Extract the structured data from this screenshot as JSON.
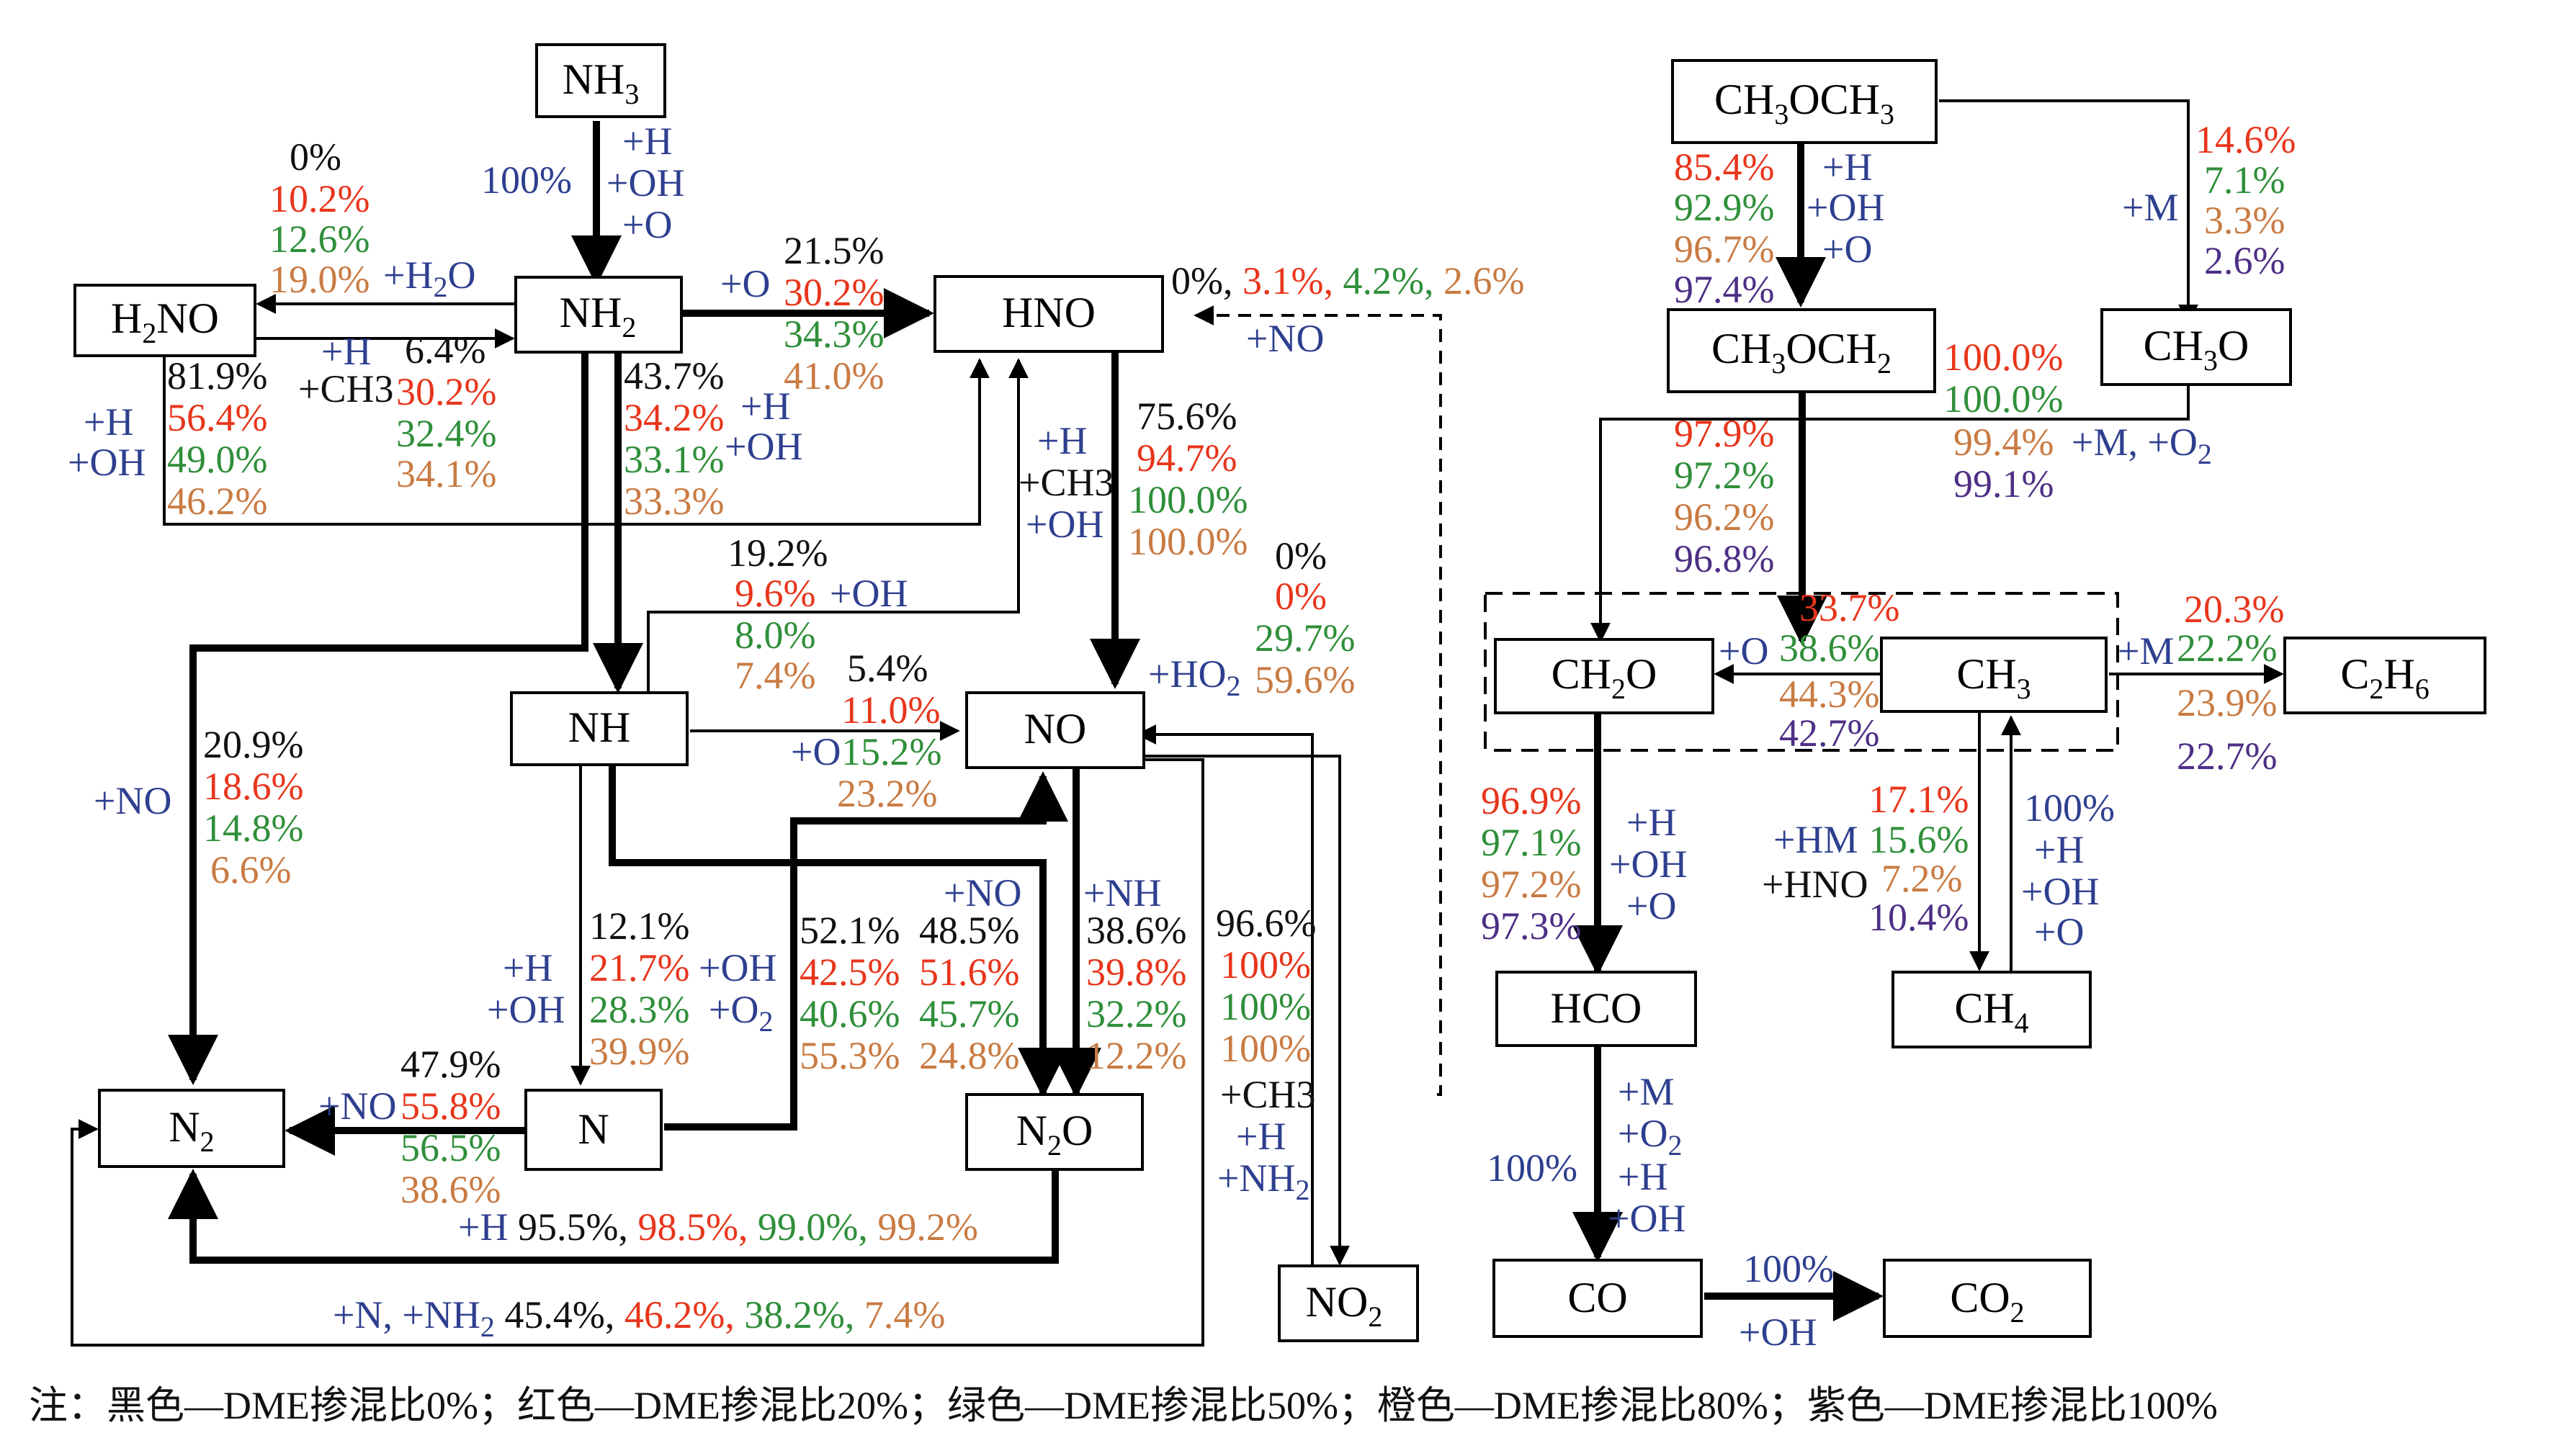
{
  "colors": {
    "black": "#111111",
    "red": "#e8351b",
    "green": "#2f8f3a",
    "orange": "#c97b43",
    "purple": "#4e2f86",
    "blue": "#2e3f8f"
  },
  "species": {
    "NH3": {
      "base": "NH",
      "sub": "3"
    },
    "NH2": {
      "base": "NH",
      "sub": "2"
    },
    "H2NO": {
      "pre": "H",
      "sub": "2",
      "post": "NO"
    },
    "HNO": {
      "base": "HNO"
    },
    "NH": {
      "base": "NH"
    },
    "NO": {
      "base": "NO"
    },
    "N": {
      "base": "N"
    },
    "N2": {
      "base": "N",
      "sub": "2"
    },
    "N2O": {
      "pre": "N",
      "sub": "2",
      "post": "O"
    },
    "NO2": {
      "base": "NO",
      "sub": "2"
    },
    "CH3OCH3": {
      "pre": "CH",
      "sub": "3",
      "post": "OCH",
      "sub2": "3"
    },
    "CH3OCH2": {
      "pre": "CH",
      "sub": "3",
      "post": "OCH",
      "sub2": "2"
    },
    "CH3O": {
      "pre": "CH",
      "sub": "3",
      "post": "O"
    },
    "CH2O": {
      "pre": "CH",
      "sub": "2",
      "post": "O"
    },
    "CH3": {
      "base": "CH",
      "sub": "3"
    },
    "C2H6": {
      "pre": "C",
      "sub": "2",
      "post": "H",
      "sub2": "6"
    },
    "HCO": {
      "base": "HCO"
    },
    "CH4": {
      "base": "CH",
      "sub": "4"
    },
    "CO": {
      "base": "CO"
    },
    "CO2": {
      "base": "CO",
      "sub": "2"
    }
  },
  "reactions": {
    "nh3_nh2": {
      "pct": "100%",
      "reactants": [
        "+H",
        "+OH",
        "+O"
      ]
    },
    "nh2_h2no": {
      "pct": [
        "0%",
        "10.2%",
        "12.6%",
        "19.0%"
      ],
      "reactant": "+H2O",
      "reactant_sub": "2",
      "reactant_pre": "+H",
      "reactant_post": "O"
    },
    "h2no_nh2": {
      "reactants": [
        "+H",
        "+CH3"
      ],
      "pct": [
        "6.4%",
        "30.2%",
        "32.4%",
        "34.1%"
      ]
    },
    "h2no_hno": {
      "reactants": [
        "+H",
        "+OH"
      ],
      "pct": [
        "81.9%",
        "56.4%",
        "49.0%",
        "46.2%"
      ]
    },
    "nh2_hno": {
      "reactant": "+O",
      "pct": [
        "21.5%",
        "30.2%",
        "34.3%",
        "41.0%"
      ]
    },
    "nh2_nh": {
      "pct": [
        "43.7%",
        "34.2%",
        "33.1%",
        "33.3%"
      ],
      "reactants": [
        "+H",
        "+OH"
      ]
    },
    "nh_hno": {
      "pct": [
        "19.2%",
        "9.6%",
        "8.0%",
        "7.4%"
      ],
      "reactant": "+OH"
    },
    "hno_no": {
      "reactants": [
        "+H",
        "+CH3",
        "+OH"
      ],
      "pct": [
        "75.6%",
        "94.7%",
        "100.0%",
        "100.0%"
      ]
    },
    "no_hno": {
      "pct": [
        "0%",
        "3.1%",
        "4.2%",
        "2.6%"
      ],
      "reactant": "+NO"
    },
    "no2_ho2": {
      "pct": [
        "0%",
        "0%",
        "29.7%",
        "59.6%"
      ],
      "reactant": "+HO2"
    },
    "nh_no": {
      "pct": [
        "5.4%",
        "11.0%",
        "15.2%",
        "23.2%"
      ],
      "reactant": "+O"
    },
    "nh2_n2": {
      "reactant": "+NO",
      "pct": [
        "20.9%",
        "18.6%",
        "14.8%",
        "6.6%"
      ]
    },
    "nh_n": {
      "pct": [
        "12.1%",
        "21.7%",
        "28.3%",
        "39.9%"
      ],
      "reactants": [
        "+H",
        "+OH"
      ]
    },
    "n_no": {
      "reactants": [
        "+OH",
        "+O2"
      ],
      "pct": [
        "52.1%",
        "42.5%",
        "40.6%",
        "55.3%"
      ]
    },
    "nh_n2o": {
      "reactant": "+NO",
      "pct": [
        "48.5%",
        "51.6%",
        "45.7%",
        "24.8%"
      ]
    },
    "no_n2o": {
      "reactant": "+NH",
      "pct": [
        "38.6%",
        "39.8%",
        "32.2%",
        "12.2%"
      ]
    },
    "no2_no": {
      "pct": [
        "96.6%",
        "100%",
        "100%",
        "100%"
      ],
      "reactants": [
        "+CH3",
        "+H",
        "+NH2"
      ]
    },
    "n_n2": {
      "reactant": "+NO",
      "pct": [
        "47.9%",
        "55.8%",
        "56.5%",
        "38.6%"
      ]
    },
    "n2o_n2": {
      "reactant": "+H",
      "pct": [
        "95.5%,",
        "98.5%,",
        "99.0%,",
        "99.2%"
      ]
    },
    "no_n2": {
      "reactant": "+N, +NH2",
      "pct": [
        "45.4%,",
        "46.2%,",
        "38.2%,",
        "7.4%"
      ]
    },
    "dme_ch3och2": {
      "pct": [
        "85.4%",
        "92.9%",
        "96.7%",
        "97.4%"
      ],
      "reactants": [
        "+H",
        "+OH",
        "+O"
      ]
    },
    "dme_ch3o": {
      "reactant": "+M",
      "pct": [
        "14.6%",
        "7.1%",
        "3.3%",
        "2.6%"
      ]
    },
    "ch3o_ch2o": {
      "pct": [
        "100.0%",
        "100.0%",
        "99.4%",
        "99.1%"
      ],
      "reactant": "+M, +O2"
    },
    "ch3och2_ch2o": {
      "pct": [
        "97.9%",
        "97.2%",
        "96.2%",
        "96.8%"
      ]
    },
    "ch3_ch2o": {
      "reactant": "+O",
      "pct": [
        "33.7%",
        "38.6%",
        "44.3%",
        "42.7%"
      ]
    },
    "ch3_c2h6": {
      "reactant": "+M",
      "pct": [
        "20.3%",
        "22.2%",
        "23.9%",
        "22.7%"
      ]
    },
    "ch2o_hco": {
      "pct": [
        "96.9%",
        "97.1%",
        "97.2%",
        "97.3%"
      ],
      "reactants": [
        "+H",
        "+OH",
        "+O"
      ]
    },
    "ch3_ch4": {
      "reactants": [
        "+HM",
        "+HNO"
      ],
      "pct": [
        "17.1%",
        "15.6%",
        "7.2%",
        "10.4%"
      ]
    },
    "ch4_ch3": {
      "pct": "100%",
      "reactants": [
        "+H",
        "+OH",
        "+O"
      ]
    },
    "hco_co": {
      "pct": "100%",
      "reactants": [
        "+M",
        "+O2",
        "+H",
        "+OH"
      ]
    },
    "co_co2": {
      "pct": "100%",
      "reactant": "+OH"
    }
  },
  "note": "注：黑色—DME掺混比0%；红色—DME掺混比20%；绿色—DME掺混比50%；橙色—DME掺混比80%；紫色—DME掺混比100%"
}
